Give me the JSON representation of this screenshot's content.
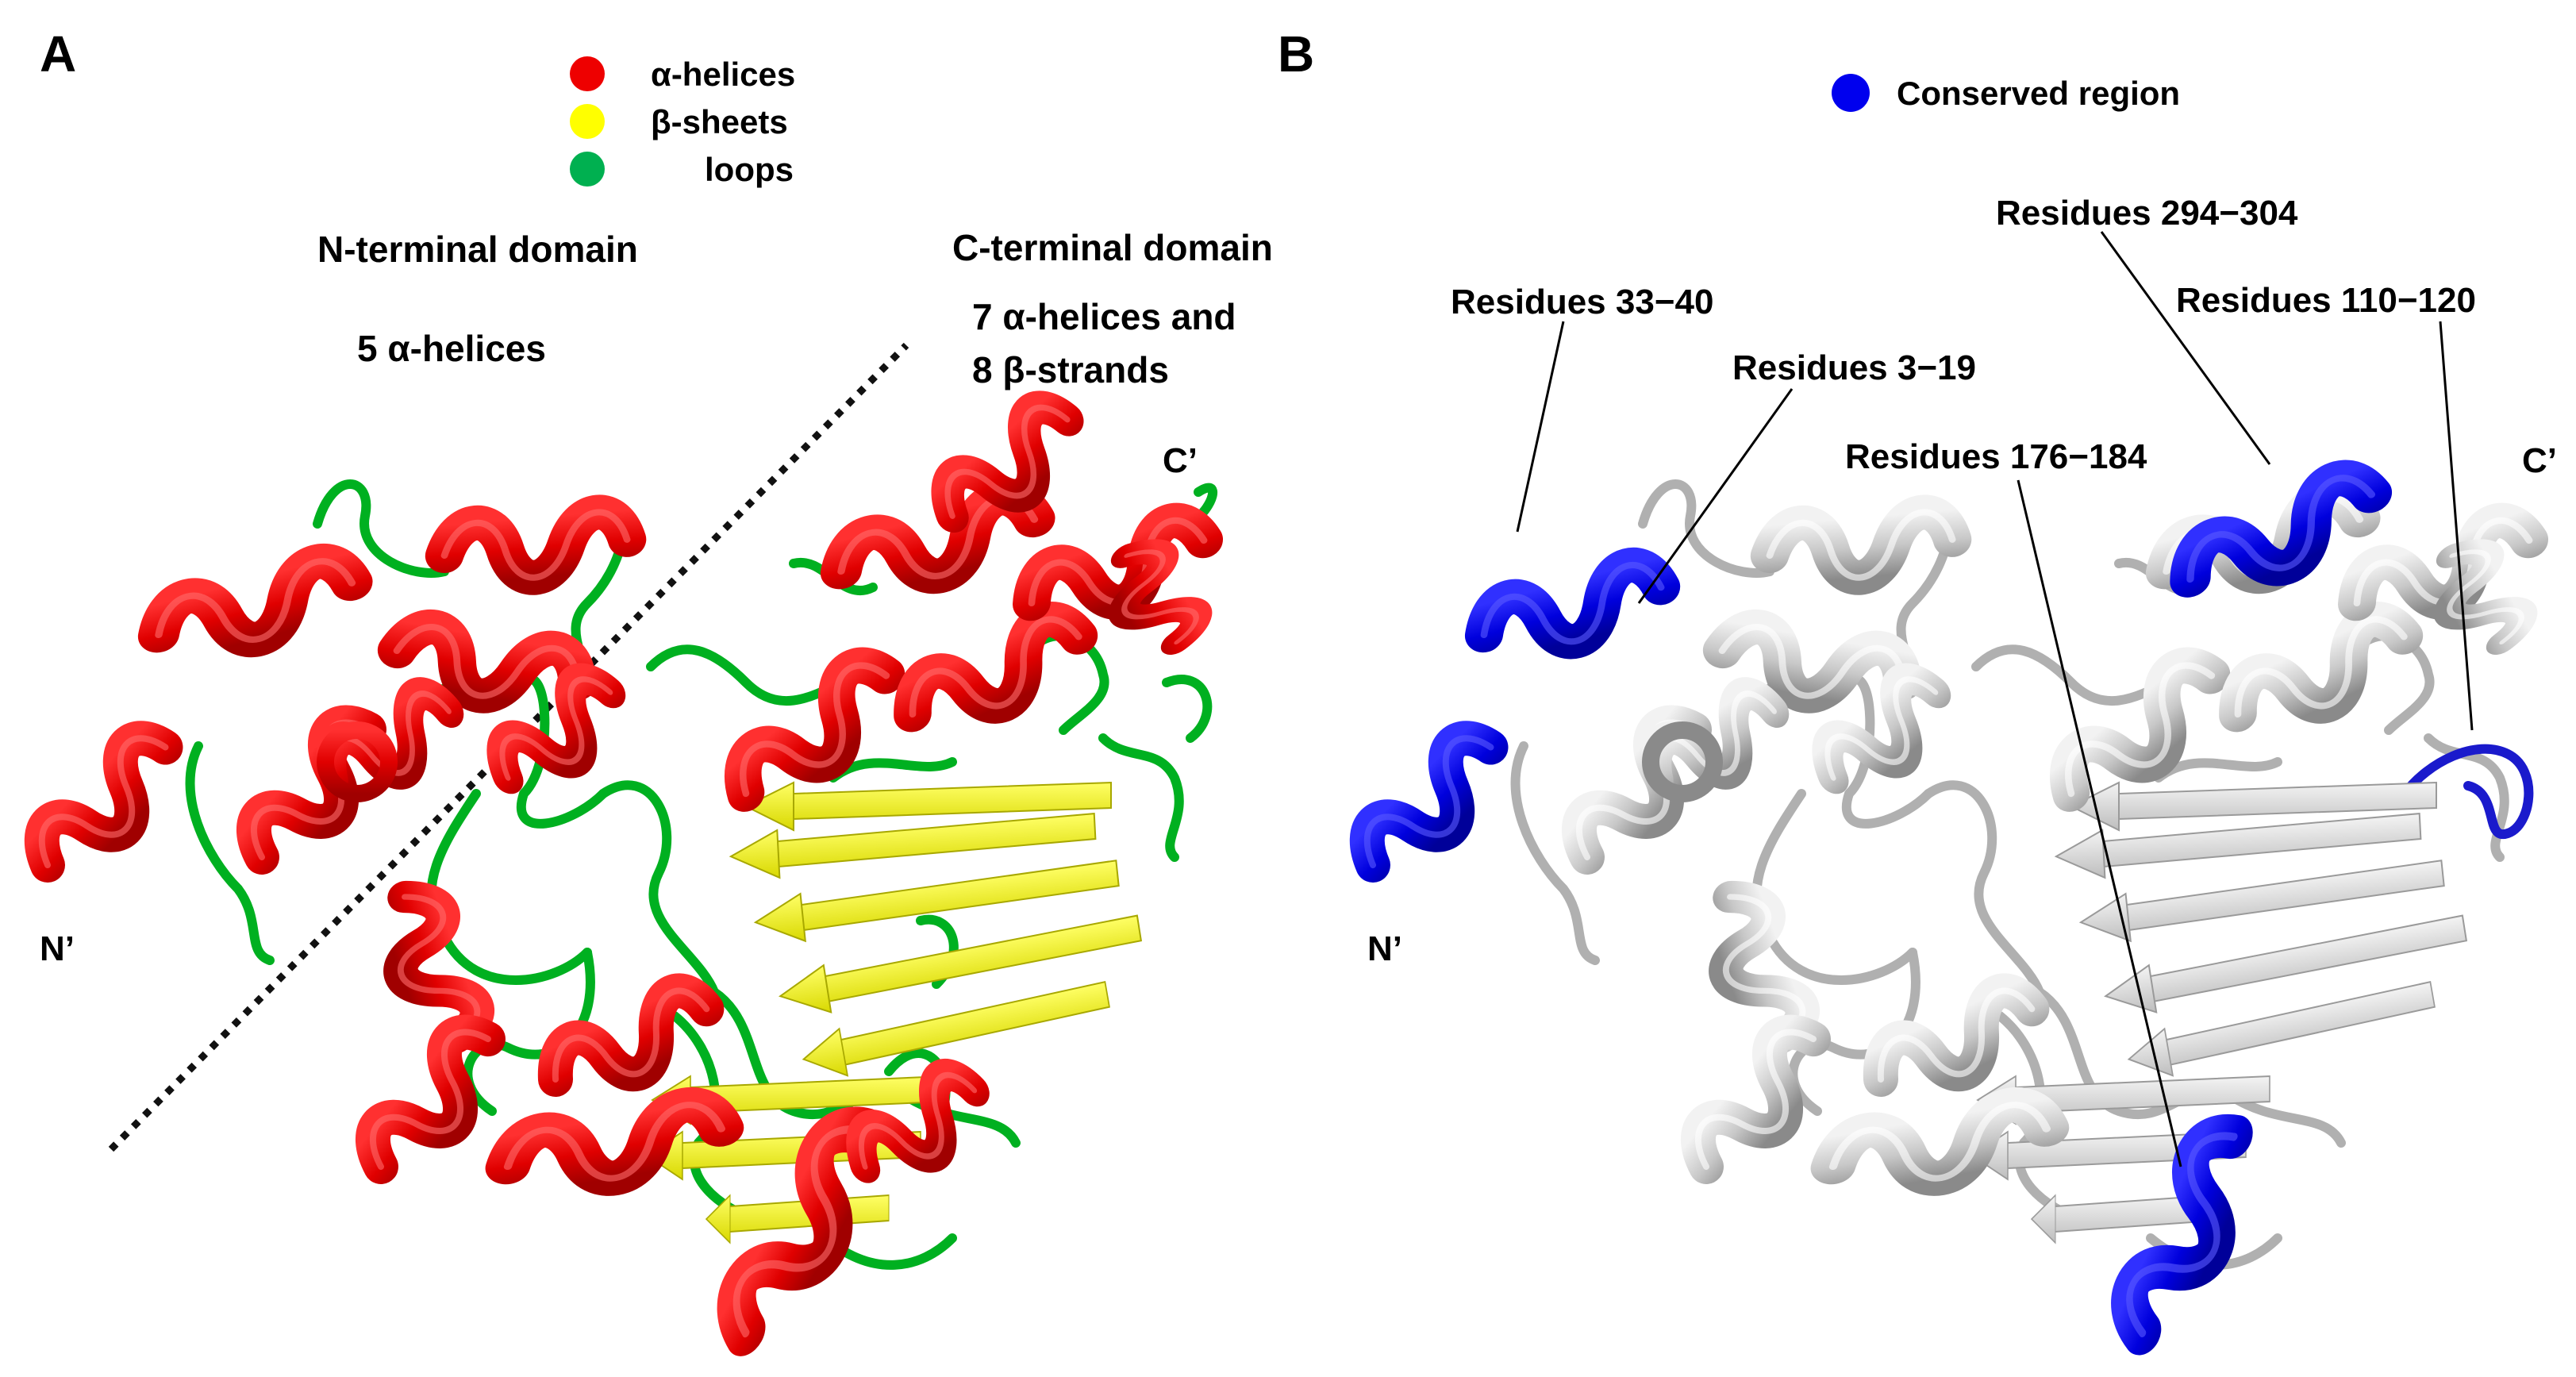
{
  "panel_a": {
    "letter": "A",
    "legend": [
      {
        "label": "α-helices",
        "color": "#ee0000",
        "icon": "red-dot-icon"
      },
      {
        "label": "β-sheets",
        "color": "#ffff00",
        "icon": "yellow-dot-icon"
      },
      {
        "label": "loops",
        "color": "#00b050",
        "icon": "green-dot-icon"
      }
    ],
    "n_domain": {
      "title": "N-terminal domain",
      "desc": "5 α-helices"
    },
    "c_domain": {
      "title": "C-terminal domain",
      "desc_line1": "7 α-helices and",
      "desc_line2": "8 β-strands"
    },
    "n_term": "N’",
    "c_term": "C’"
  },
  "panel_b": {
    "letter": "B",
    "legend": {
      "label": "Conserved region",
      "color": "#0000ee",
      "icon": "blue-dot-icon"
    },
    "residues": [
      "Residues 33−40",
      "Residues 3−19",
      "Residues 294−304",
      "Residues 110−120",
      "Residues 176−184"
    ],
    "n_term": "N’",
    "c_term": "C’"
  },
  "colors": {
    "helix": "#e00000",
    "sheet": "#ffff00",
    "loop": "#00b020",
    "conserved": "#0000dd",
    "gray": "#c8c8c8",
    "gray_dark": "#8c8c8c"
  }
}
